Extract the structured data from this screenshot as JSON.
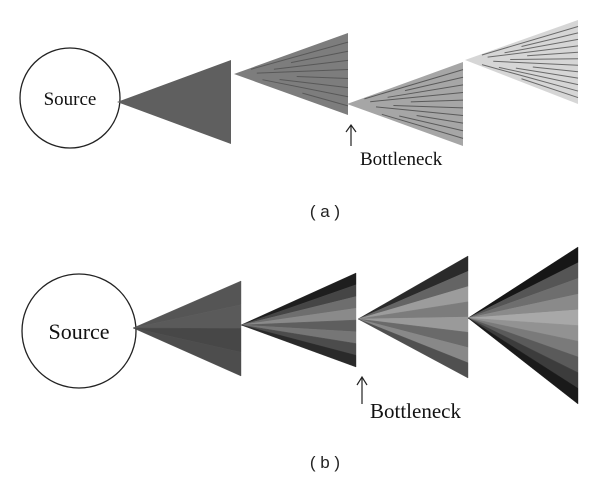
{
  "panels": [
    {
      "id": "a",
      "caption": "( a )",
      "source_label": "Source",
      "annotation": "Bottleneck",
      "stages": [
        {
          "base": "#5f5f5f",
          "streaks": []
        },
        {
          "base": "#7d7d7d",
          "streaks": [
            "#585858",
            "#585858",
            "#585858",
            "#585858",
            "#585858",
            "#585858",
            "#585858",
            "#585858"
          ]
        },
        {
          "base": "#a6a6a6",
          "streaks": [
            "#5a5a5a",
            "#5a5a5a",
            "#5a5a5a",
            "#5a5a5a",
            "#5a5a5a",
            "#5a5a5a",
            "#5a5a5a",
            "#5a5a5a",
            "#5a5a5a",
            "#5a5a5a"
          ]
        },
        {
          "base": "#d6d6d6",
          "streaks": [
            "#6a6a6a",
            "#6a6a6a",
            "#6a6a6a",
            "#6a6a6a",
            "#6a6a6a",
            "#6a6a6a",
            "#6a6a6a",
            "#6a6a6a",
            "#6a6a6a",
            "#6a6a6a",
            "#6a6a6a",
            "#6a6a6a"
          ]
        }
      ]
    },
    {
      "id": "b",
      "caption": "( b )",
      "source_label": "Source",
      "annotation": "Bottleneck",
      "stages": [
        {
          "bands": [
            "#555555",
            "#5a5a5a",
            "#474747",
            "#4d4d4d"
          ]
        },
        {
          "bands": [
            "#1e1e1e",
            "#454545",
            "#6e6e6e",
            "#8a8a8a",
            "#5e5e5e",
            "#767676",
            "#4c4c4c",
            "#2a2a2a"
          ]
        },
        {
          "bands": [
            "#2a2a2a",
            "#646464",
            "#9c9c9c",
            "#7c7c7c",
            "#9a9a9a",
            "#6a6a6a",
            "#888888",
            "#505050"
          ]
        },
        {
          "bands": [
            "#161616",
            "#555555",
            "#6e6e6e",
            "#8a8a8a",
            "#a8a8a8",
            "#929292",
            "#7a7a7a",
            "#5a5a5a",
            "#3c3c3c",
            "#1a1a1a"
          ]
        }
      ]
    }
  ]
}
